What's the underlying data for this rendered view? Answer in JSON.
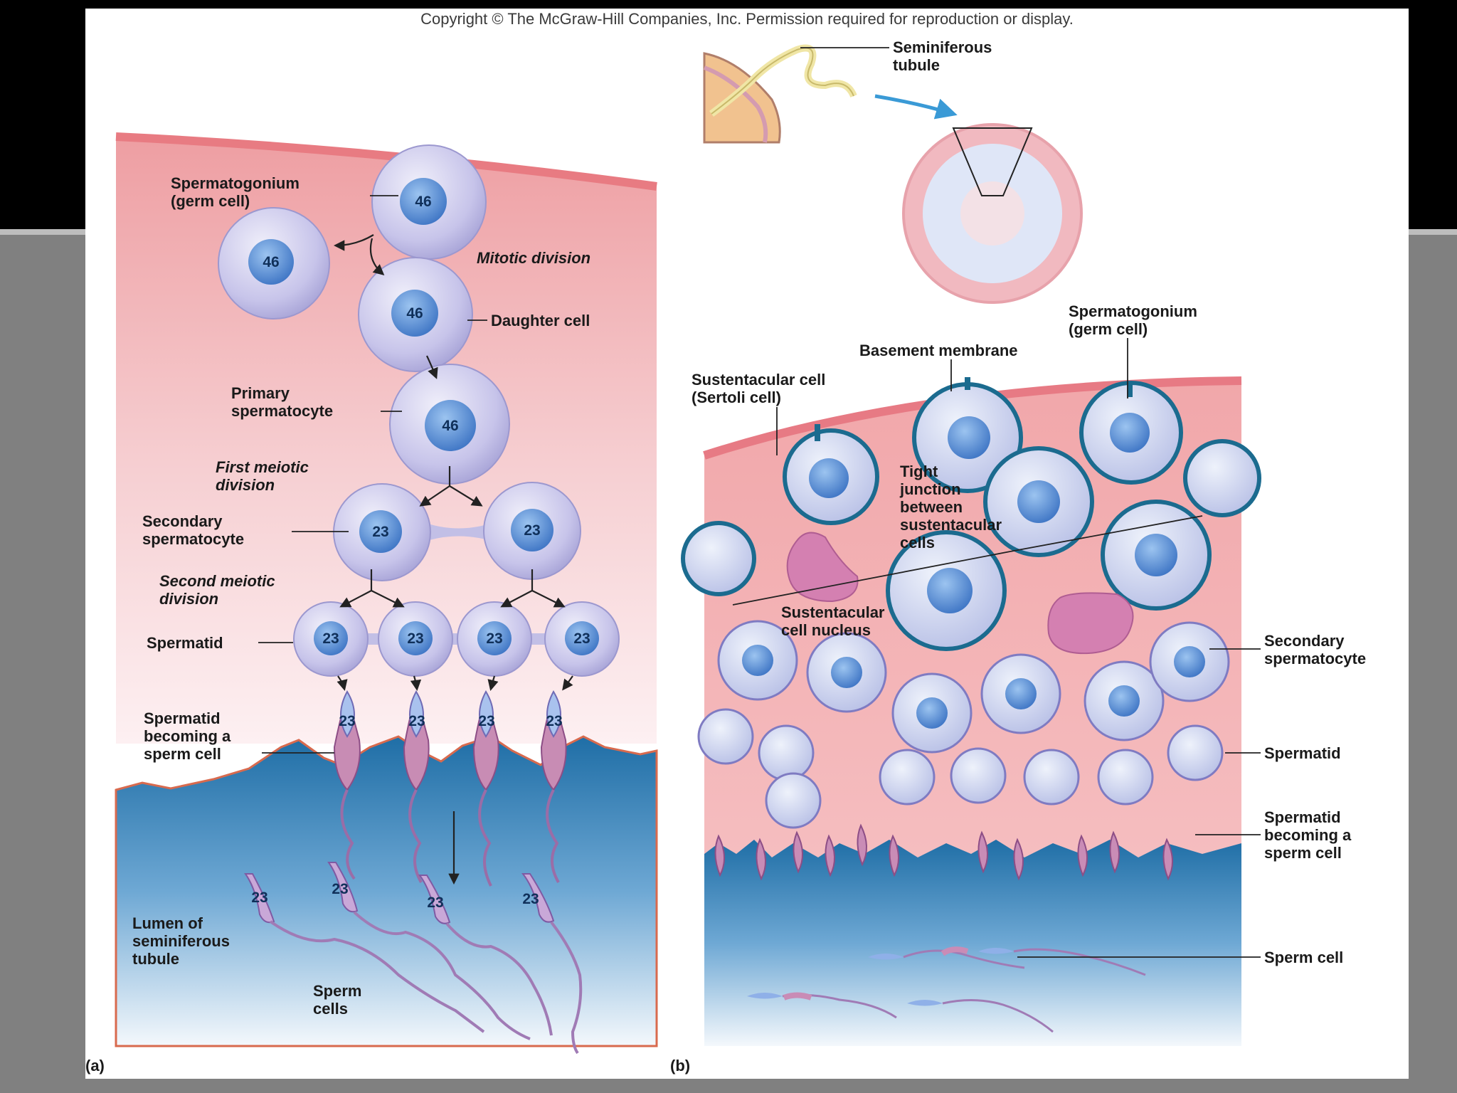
{
  "copyright": "Copyright © The McGraw-Hill Companies, Inc. Permission required for reproduction or display.",
  "colors": {
    "background": "#000000",
    "slide_gray": "#808080",
    "tissue_pink": "#f2b3b5",
    "lumen_blue": "#2f7fb4",
    "cell_purple": "#c9c6ea",
    "nucleus_blue": "#3f7fcf"
  },
  "panel_a": {
    "tag": "(a)",
    "spermatogonium": "Spermatogonium",
    "spermatogonium_sub": "(germ cell)",
    "mitotic_division": "Mitotic division",
    "daughter_cell": "Daughter cell",
    "primary_1": "Primary",
    "primary_2": "spermatocyte",
    "first_meiotic_1": "First meiotic",
    "first_meiotic_2": "division",
    "secondary_1": "Secondary",
    "secondary_2": "spermatocyte",
    "second_meiotic_1": "Second meiotic",
    "second_meiotic_2": "division",
    "spermatid": "Spermatid",
    "becoming_1": "Spermatid",
    "becoming_2": "becoming a",
    "becoming_3": "sperm cell",
    "lumen_1": "Lumen of",
    "lumen_2": "seminiferous",
    "lumen_3": "tubule",
    "sperm_cells_1": "Sperm",
    "sperm_cells_2": "cells",
    "chrom_46": "46",
    "chrom_23": "23"
  },
  "panel_b": {
    "tag": "(b)",
    "seminiferous_1": "Seminiferous",
    "seminiferous_2": "tubule",
    "spermatogonium_1": "Spermatogonium",
    "spermatogonium_2": "(germ cell)",
    "basement_membrane": "Basement membrane",
    "sustentacular_1": "Sustentacular cell",
    "sustentacular_2": "(Sertoli cell)",
    "tight_1": "Tight",
    "tight_2": "junction",
    "tight_3": "between",
    "tight_4": "sustentacular",
    "tight_5": "cells",
    "sust_nucleus_1": "Sustentacular",
    "sust_nucleus_2": "cell nucleus",
    "secondary_1": "Secondary",
    "secondary_2": "spermatocyte",
    "spermatid": "Spermatid",
    "becoming_1": "Spermatid",
    "becoming_2": "becoming a",
    "becoming_3": "sperm cell",
    "sperm_cell": "Sperm cell"
  }
}
